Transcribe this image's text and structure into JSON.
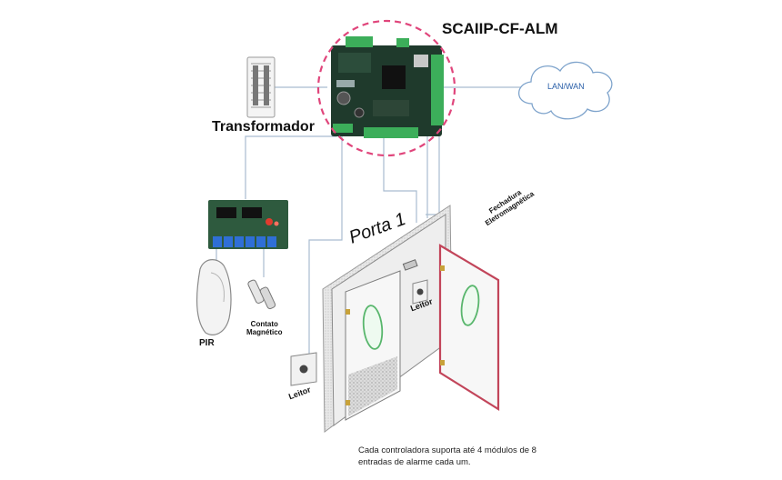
{
  "labels": {
    "controller_title": "SCAIIP-CF-ALM",
    "transformer": "Transformador",
    "network": "LAN/WAN",
    "door": "Porta 1",
    "lock_line1": "Fechadura",
    "lock_line2": "Eletromagnética",
    "pir": "PIR",
    "contact_line1": "Contato",
    "contact_line2": "Magnético",
    "reader_outside": "Leitor",
    "reader_inside": "Leitor",
    "caption": "Cada controladora suporta até 4 módulos de 8 entradas de alarme cada um."
  },
  "colors": {
    "wire": "#a9bcd0",
    "highlight_circle": "#e0457b",
    "pcb": "#1f3a2c",
    "terminal": "#3cae5a",
    "door_frame": "#cfcfcf",
    "door_edge": "#c2455a",
    "cloud_stroke": "#7fa4cc",
    "network_text": "#2a5fa8"
  }
}
